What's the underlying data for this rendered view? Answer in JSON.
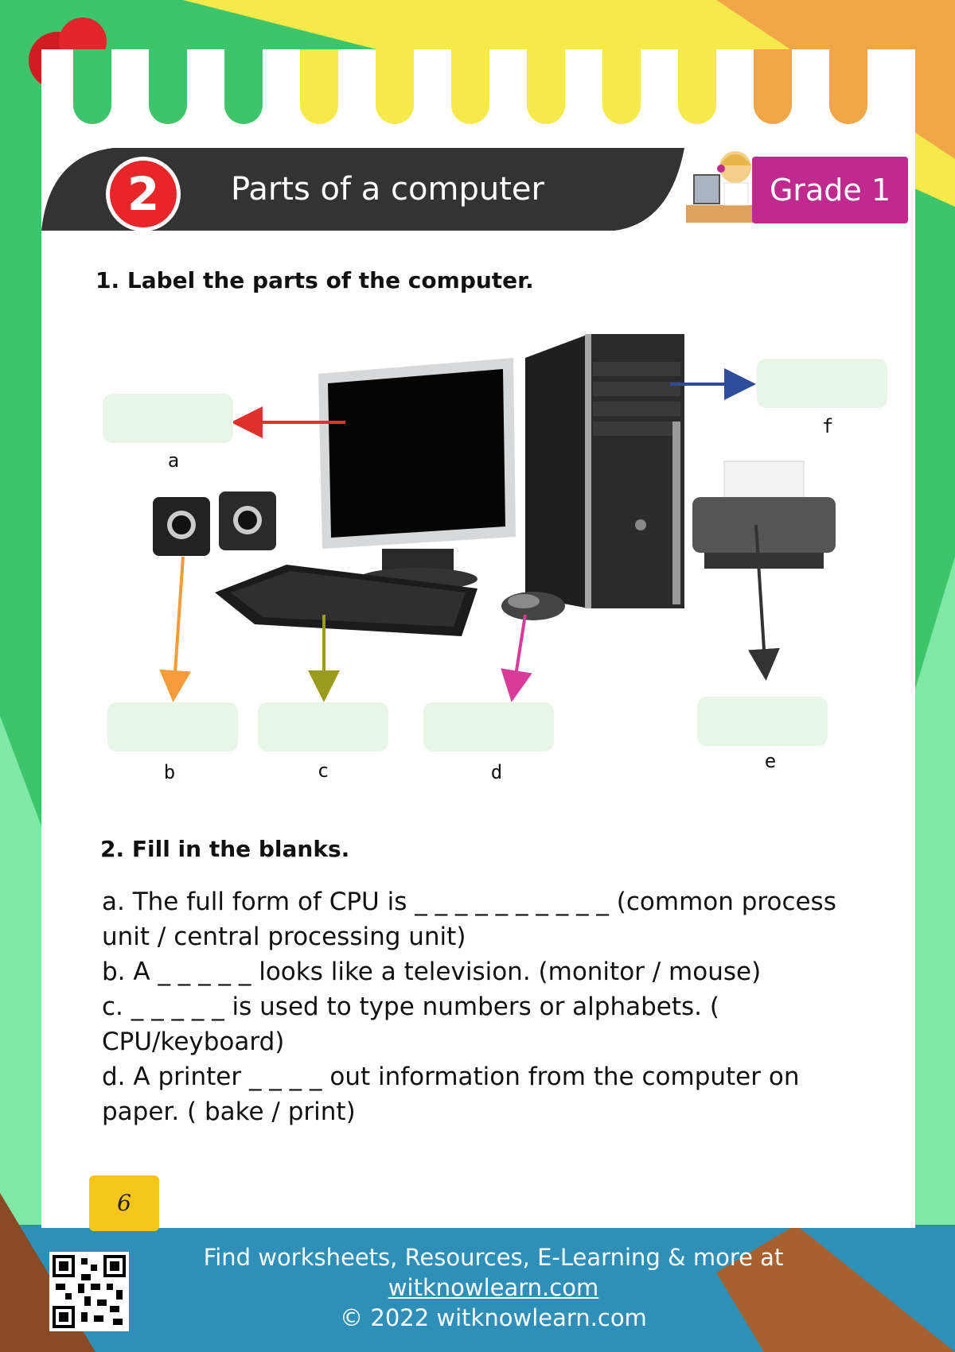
{
  "header": {
    "number": "2",
    "title": "Parts of a computer",
    "grade": "Grade 1"
  },
  "question1": {
    "heading": "1.  Label the parts of the computer.",
    "labels": [
      "a",
      "b",
      "c",
      "d",
      "e",
      "f"
    ]
  },
  "question2": {
    "heading": "2.  Fill in the blanks.",
    "items": [
      "a.  The full form of CPU is _ _ _ _ _ _ _ _ _ _ (common process unit / central processing unit)",
      "b.  A _ _ _ _ _ looks like a television. (monitor / mouse)",
      "c.  _ _ _ _ _ is used to type numbers or alphabets. ( CPU/keyboard)",
      "d.  A printer _ _ _ _ out information from the computer on paper. ( bake / print)"
    ]
  },
  "page_number": "6",
  "footer": {
    "line1": "Find worksheets, Resources, E-Learning & more at",
    "link": "witknowlearn.com",
    "copyright": "© 2022 witknowlearn.com"
  },
  "colors": {
    "header_dark": "#333333",
    "badge_red": "#e8262a",
    "grade_purple": "#c02a8e",
    "answer_box": "#e8f6e8",
    "arrow_a": "#e0312a",
    "arrow_b": "#f59b3a",
    "arrow_c": "#9a9a1e",
    "arrow_d": "#d93b9a",
    "arrow_e": "#333333",
    "arrow_f": "#2d4d9a"
  }
}
